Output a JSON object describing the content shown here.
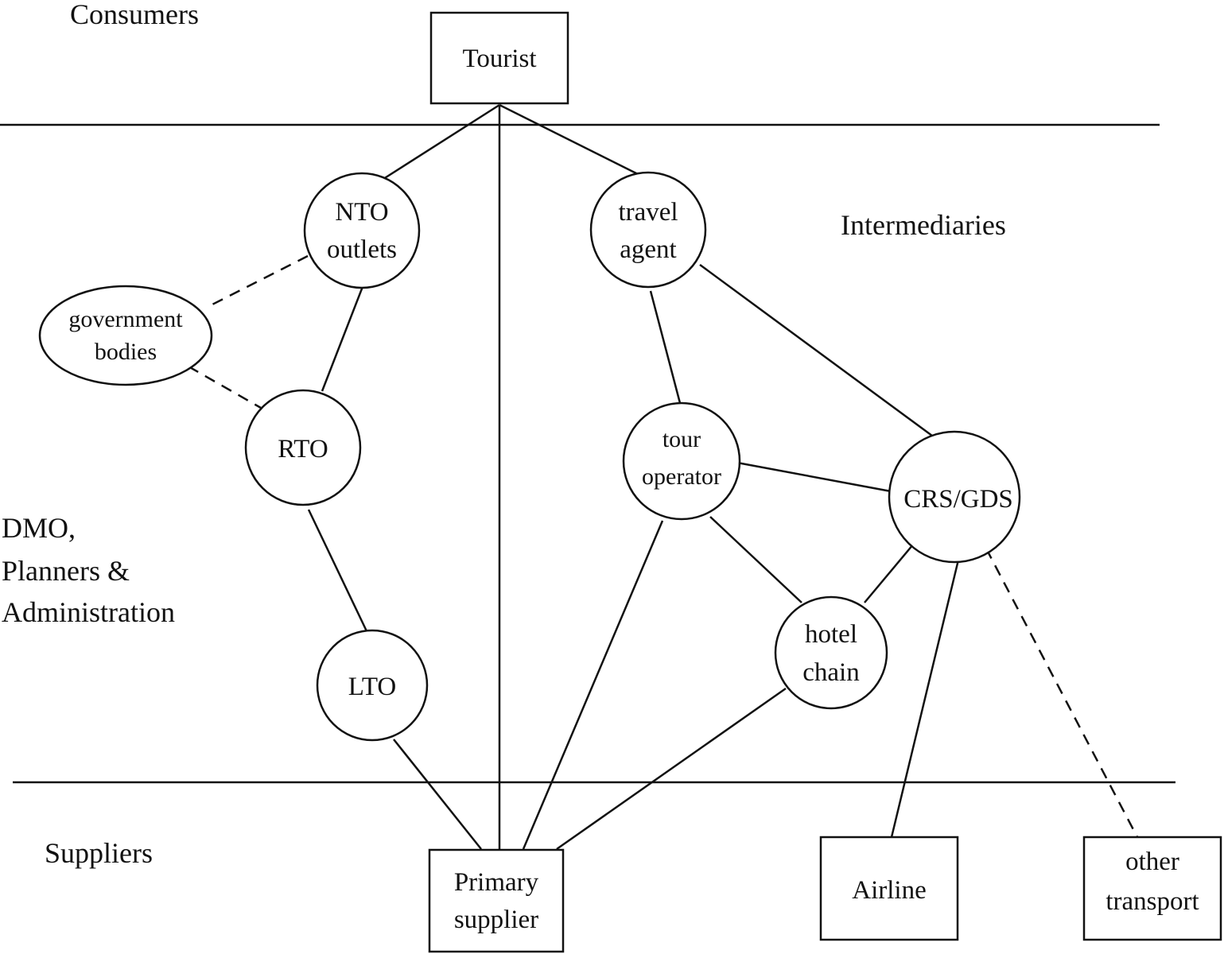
{
  "sections": {
    "consumers": "Consumers",
    "intermediaries": "Intermediaries",
    "dmo_line1": "DMO,",
    "dmo_line2": "Planners &",
    "dmo_line3": "Administration",
    "suppliers": "Suppliers"
  },
  "nodes": {
    "tourist": "Tourist",
    "nto_line1": "NTO",
    "nto_line2": "outlets",
    "gov_line1": "government",
    "gov_line2": "bodies",
    "rto": "RTO",
    "lto": "LTO",
    "travel_agent_line1": "travel",
    "travel_agent_line2": "agent",
    "tour_operator_line1": "tour",
    "tour_operator_line2": "operator",
    "crs_gds": "CRS/GDS",
    "hotel_chain_line1": "hotel",
    "hotel_chain_line2": "chain",
    "primary_supplier_line1": "Primary",
    "primary_supplier_line2": "supplier",
    "airline": "Airline",
    "other_transport_line1": "other",
    "other_transport_line2": "transport"
  }
}
